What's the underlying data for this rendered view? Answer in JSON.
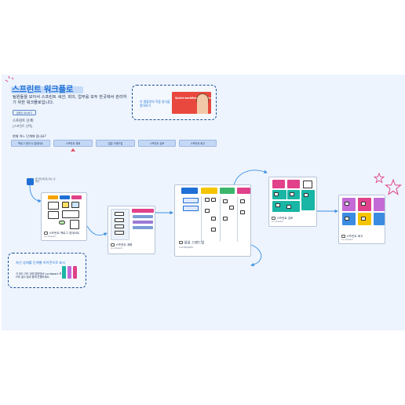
{
  "header": {
    "title": "스프린트 워크플로",
    "description": "팀원들을 모아서 스프린트 세션, 회의, 업무를 모두 한곳에서 관리하기 위한 워크플로입니다.",
    "chip_label": "템플릿 복사하기"
  },
  "video_panel": {
    "label": "이 템플릿의 작동 방식을 알아보기",
    "thumb_text": "Sprint workflow template"
  },
  "selector": {
    "stage_label": "스프린트 단계:",
    "stage_value": "[스프린트 선택]",
    "question": "현재 어느 단계에 있나요?",
    "buttons": [
      "백로그 정리 & 업데이트",
      "스프린트 계획",
      "일일 스탠드업",
      "스프린트 검토",
      "스프린트 회고"
    ]
  },
  "start_note": "워크플로에 접근하는 출발점",
  "stages": [
    {
      "title": "스프린트 백로그 업데이트",
      "sub": "Lucidspark"
    },
    {
      "title": "스프린트 계획",
      "sub": "Lucidspark"
    },
    {
      "title": "일일 스탠드업",
      "sub": "Lucidspark"
    },
    {
      "title": "스프린트 검토",
      "sub": "Lucidspark"
    },
    {
      "title": "스프린트 회고",
      "sub": "Lucidspark"
    }
  ],
  "tip": {
    "title": "자신 상태를 단계별 아이콘으로 표시",
    "body": "각 보드 카드 아래 캡션에서 Lucidspark 보드를 열고 팀과 함께 진행하세요."
  },
  "colors": {
    "accent": "#1f6fd6",
    "board_bg": "#edf4fd",
    "pink_star": "#e0418a",
    "arrow": "#3a8fe0"
  }
}
